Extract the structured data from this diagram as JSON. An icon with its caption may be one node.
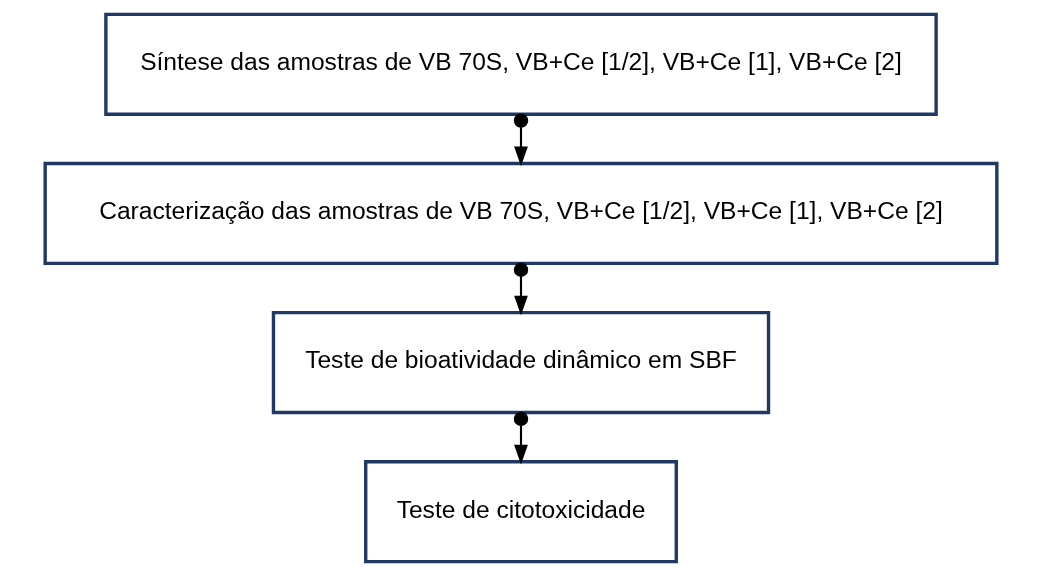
{
  "diagram": {
    "nodes": [
      {
        "text": [
          "Síntese das amostras de VB 70S, VB+Ce [1/2], VB+Ce [1], VB+Ce [2]"
        ]
      },
      {
        "text": [
          "Caracterização das amostras de VB 70S, VB+Ce [1/2], VB+Ce [1], VB+Ce [2]"
        ]
      },
      {
        "text": [
          "Teste de bioatividade dinâmico em SBF"
        ]
      },
      {
        "text": [
          "Teste de citotoxicidade"
        ]
      }
    ],
    "edges": [
      {
        "from": 0,
        "to": 1,
        "arrow": "to"
      },
      {
        "from": 1,
        "to": 2,
        "arrow": "to"
      },
      {
        "from": 2,
        "to": 3,
        "arrow": "to"
      }
    ]
  }
}
